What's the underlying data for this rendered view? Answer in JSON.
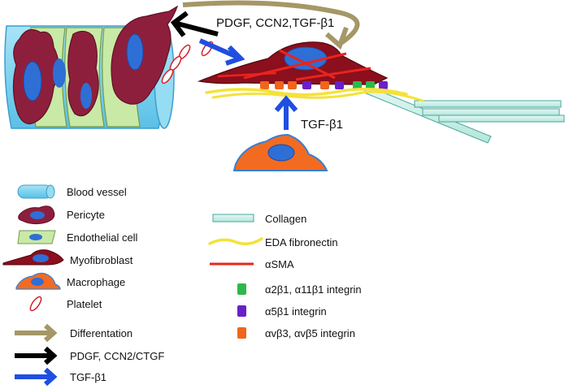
{
  "scene": {
    "top_signal_label": "PDGF, CCN2,TGF-β1",
    "side_signal_label": "TGF-β1"
  },
  "legend_left": {
    "blood_vessel": "Blood vessel",
    "pericyte": "Pericyte",
    "endothelial_cell": "Endothelial cell",
    "myofibroblast": "Myofibroblast",
    "macrophage": "Macrophage",
    "platelet": "Platelet",
    "differentiation": "Differentation",
    "pdgf_ccn2": "PDGF, CCN2/CTGF",
    "tgf": "TGF-β1"
  },
  "legend_right": {
    "collagen": "Collagen",
    "eda_fibronectin": "EDA fibronectin",
    "asma": "αSMA",
    "a2b1": "α2β1, α11β1 integrin",
    "a5b1": "α5β1 integrin",
    "avb3": "αvβ3, αvβ5 integrin"
  },
  "colors": {
    "vessel": "#7fd3ef",
    "vessel_edge": "#3a9fd0",
    "endothelial": "#c9e9a6",
    "pericyte": "#8e1f3c",
    "nucleus": "#2e6fd6",
    "myofibroblast": "#8b0f1d",
    "macrophage": "#f36b21",
    "collagen": "#c8efe6",
    "fibronectin": "#f4e23a",
    "asma": "#e8241f",
    "integrin_a2b1": "#2db84a",
    "integrin_a5b1": "#6a1fc9",
    "integrin_avb3": "#f0651b",
    "arrow_differentiation": "#a59766",
    "arrow_pdgf": "#000000",
    "arrow_tgf": "#1f4fe0"
  }
}
